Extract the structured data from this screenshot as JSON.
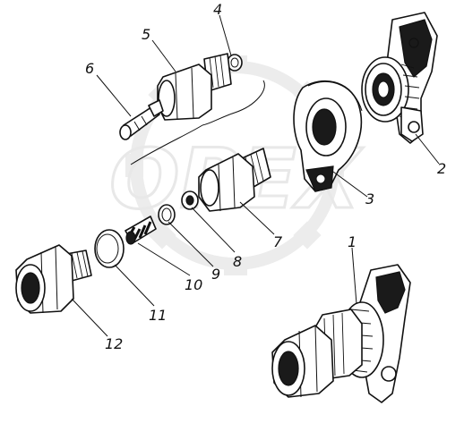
{
  "watermark": {
    "text": "OPEX",
    "color": "#e8e8e8"
  },
  "callouts": [
    {
      "id": "1",
      "text": "1"
    },
    {
      "id": "2",
      "text": "2"
    },
    {
      "id": "3",
      "text": "3"
    },
    {
      "id": "4",
      "text": "4"
    },
    {
      "id": "5",
      "text": "5"
    },
    {
      "id": "6",
      "text": "6"
    },
    {
      "id": "7",
      "text": "7"
    },
    {
      "id": "8",
      "text": "8"
    },
    {
      "id": "9",
      "text": "9"
    },
    {
      "id": "10",
      "text": "10"
    },
    {
      "id": "11",
      "text": "11"
    },
    {
      "id": "12",
      "text": "12"
    }
  ],
  "parts": [
    {
      "id": "1",
      "name": "assembled-valve"
    },
    {
      "id": "2",
      "name": "valve-body-flange"
    },
    {
      "id": "3",
      "name": "flat-gasket-tab"
    },
    {
      "id": "4",
      "name": "small-washer"
    },
    {
      "id": "5",
      "name": "hex-fitting-small"
    },
    {
      "id": "6",
      "name": "valve-pin"
    },
    {
      "id": "7",
      "name": "hex-fitting"
    },
    {
      "id": "8",
      "name": "washer"
    },
    {
      "id": "9",
      "name": "ring"
    },
    {
      "id": "10",
      "name": "spring"
    },
    {
      "id": "11",
      "name": "sealing-washer"
    },
    {
      "id": "12",
      "name": "plug"
    }
  ]
}
